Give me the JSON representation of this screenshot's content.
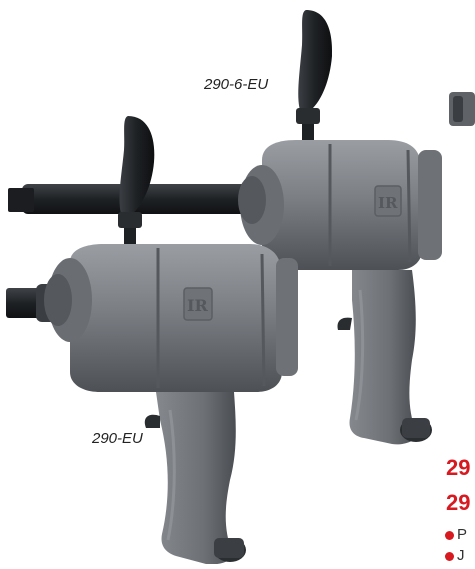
{
  "captions": {
    "top_model": "290-6-EU",
    "bottom_model": "290-EU"
  },
  "side_panel": {
    "model_lines": [
      "29",
      "29"
    ],
    "bullets": [
      "P",
      "J"
    ]
  },
  "colors": {
    "accent_red": "#d71920",
    "tool_body": "#7b7f84",
    "tool_shadow": "#4d5156",
    "anvil": "#25282b",
    "handle_knob": "#1f2225"
  },
  "icons": {
    "brand_logo": "ir-logo-icon"
  }
}
